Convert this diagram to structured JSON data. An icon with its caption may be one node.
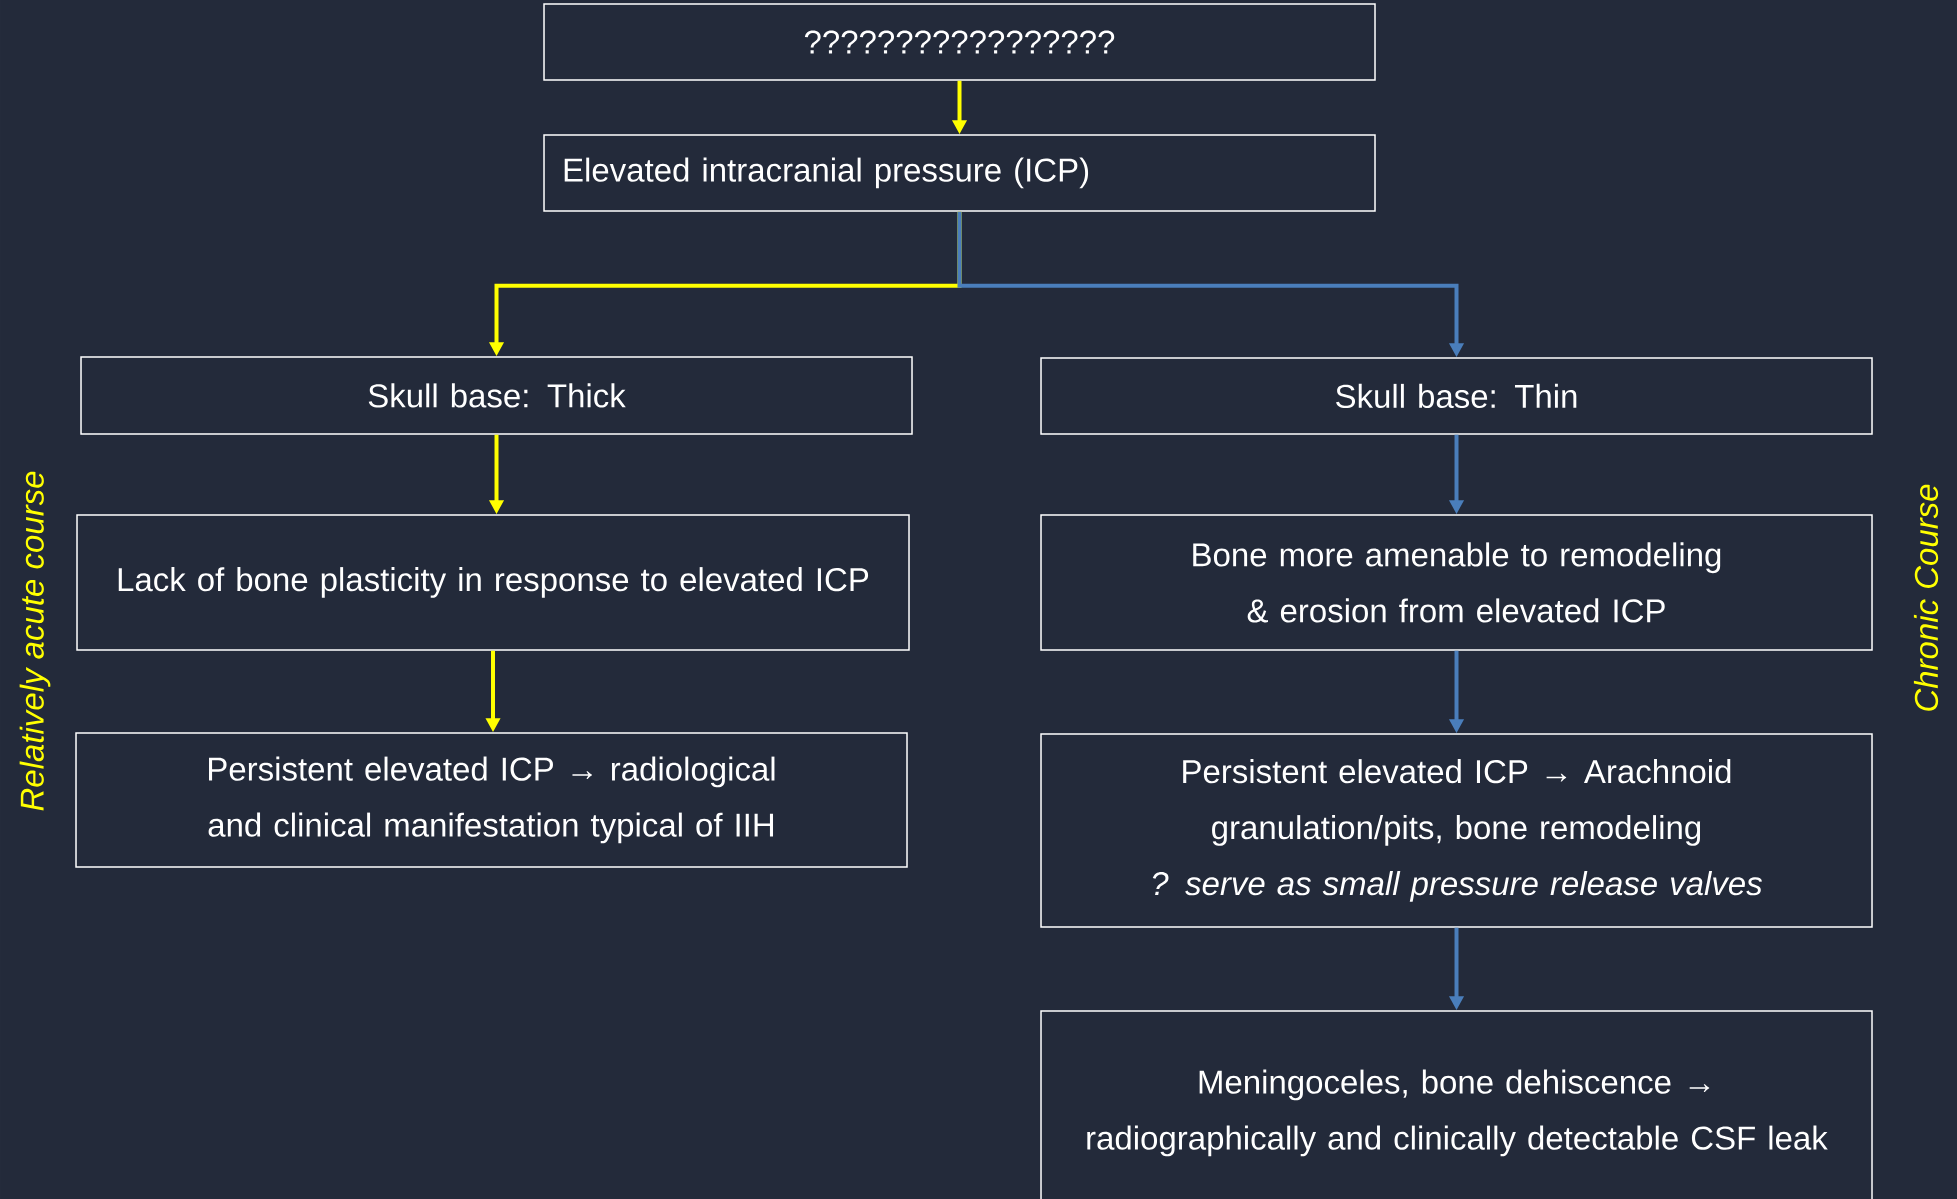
{
  "diagram": {
    "nodes": [
      {
        "text": [
          "?????????????????"
        ]
      },
      {
        "text": [
          "Elevated intracranial pressure (ICP)"
        ]
      },
      {
        "text": [
          "Skull base: Thick"
        ]
      },
      {
        "text": [
          "Skull base: Thin"
        ]
      },
      {
        "text": [
          "Lack of bone plasticity in response to elevated ICP"
        ]
      },
      {
        "text": [
          "Bone more amenable to remodeling & erosion from elevated ICP"
        ]
      },
      {
        "text": [
          "Persistent elevated ICP → radiological and clinical manifestation typical of IIH"
        ]
      },
      {
        "text": [
          "Persistent elevated ICP → Arachnoid granulation/pits, bone remodeling",
          "? serve as small pressure release valves"
        ]
      },
      {
        "text": [
          "Meningoceles, bone dehiscence → radiographically and clinically detectable CSF leak"
        ]
      }
    ],
    "edges": [
      {
        "from": 0,
        "to": 1,
        "arrow": "to",
        "color": "#ffff00"
      },
      {
        "from": 1,
        "to": 2,
        "arrow": "to",
        "color": "#ffff00"
      },
      {
        "from": 1,
        "to": 3,
        "arrow": "to",
        "color": "#4a7ebb"
      },
      {
        "from": 2,
        "to": 4,
        "arrow": "to",
        "color": "#ffff00"
      },
      {
        "from": 4,
        "to": 6,
        "arrow": "to",
        "color": "#ffff00"
      },
      {
        "from": 3,
        "to": 5,
        "arrow": "to",
        "color": "#4a7ebb"
      },
      {
        "from": 5,
        "to": 7,
        "arrow": "to",
        "color": "#4a7ebb"
      },
      {
        "from": 7,
        "to": 8,
        "arrow": "to",
        "color": "#4a7ebb"
      }
    ],
    "labels": [
      "Relatively acute course",
      "Chronic Course"
    ]
  }
}
